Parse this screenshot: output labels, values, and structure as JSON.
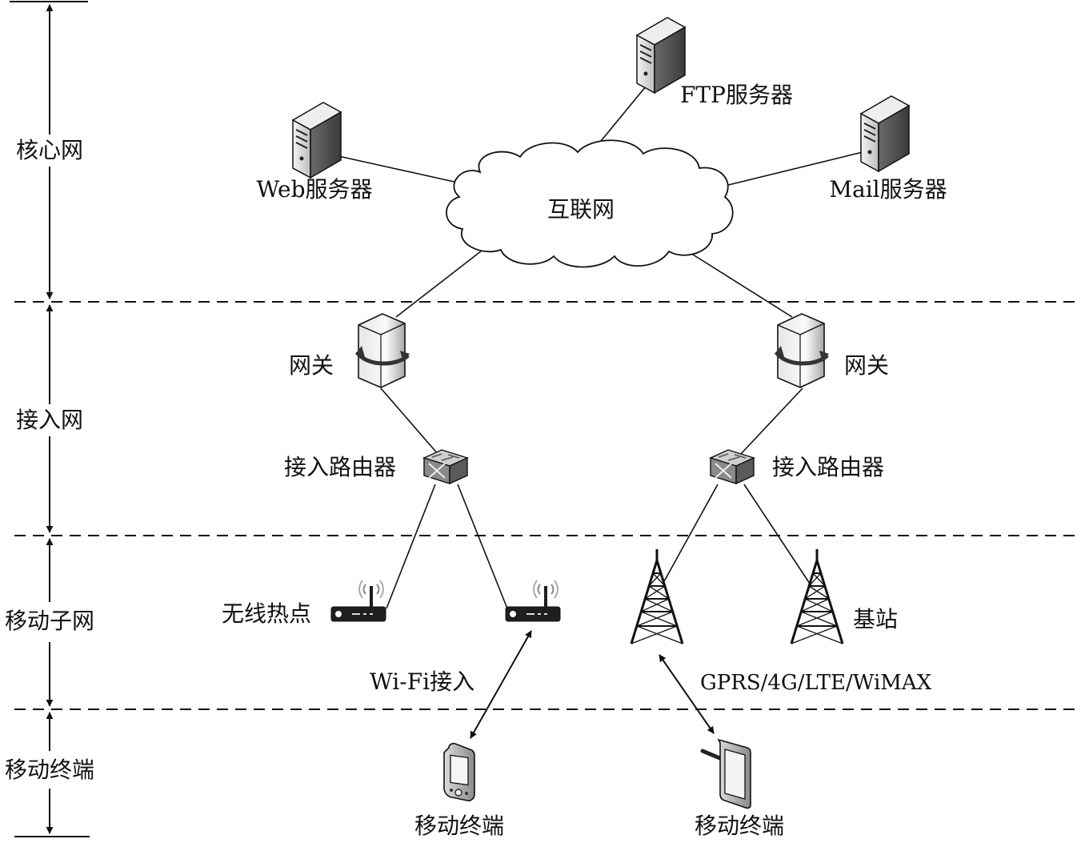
{
  "layers": {
    "core": "核心网",
    "access": "接入网",
    "mobile_subnet": "移动子网",
    "mobile_terminal": "移动终端"
  },
  "core": {
    "internet": "互联网",
    "web_server": "Web服务器",
    "ftp_server": "FTP服务器",
    "mail_server": "Mail服务器"
  },
  "access": {
    "gateway_left": "网关",
    "gateway_right": "网关",
    "router_left": "接入路由器",
    "router_right": "接入路由器"
  },
  "subnet": {
    "hotspot": "无线热点",
    "base_station": "基站",
    "wifi_access": "Wi-Fi接入",
    "cellular_access": "GPRS/4G/LTE/WiMAX"
  },
  "terminals": {
    "left": "移动终端",
    "right": "移动终端"
  }
}
